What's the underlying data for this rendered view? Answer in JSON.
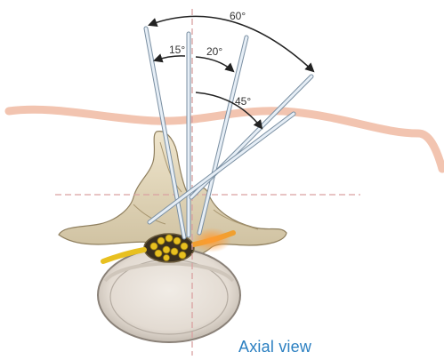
{
  "angles": [
    {
      "label": "60°"
    },
    {
      "label": "15°"
    },
    {
      "label": "20°"
    },
    {
      "label": "45°"
    }
  ],
  "caption": "Axial view",
  "colors": {
    "skin": "#f2c4b0",
    "bone": "#e8dcc0",
    "guide_line": "#d9a0a0",
    "needle": "#c8d8e6",
    "nerve": "#e8c020",
    "caption": "#2a7fc1",
    "highlight": "#f08020"
  }
}
